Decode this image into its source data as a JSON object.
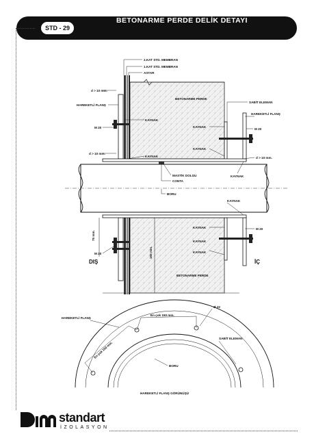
{
  "header": {
    "code": "STD - 29",
    "title": "BETONARME PERDE DELİK DETAYI"
  },
  "section": {
    "labels": {
      "membran2": "2.KAT STD. MEMBRAN",
      "membran1": "1.KAT STD. MEMBRAN",
      "astar": "ASTAR",
      "d_top_left": "d > 10 mm.",
      "flans_left": "HAREKETLİ FLANŞ",
      "m20_left_top": "M 20",
      "kaynak_a": "KAYNAK",
      "kaynak_b": "KAYNAK",
      "d_mid_left": "d > 10 mm.",
      "betonarme_top": "BETONARME PERDE",
      "sabit": "SABİT ELEMAN",
      "flans_right": "HAREKETLİ FLANŞ",
      "m20_right_top": "M 20",
      "kaynak_c": "KAYNAK",
      "kaynak_d": "KAYNAK",
      "d_right": "d > 10 mm.",
      "kaynak_e": "KAYNAK",
      "mastik": "MASTİK DOLGU",
      "conta": "CONTA",
      "boru": "BORU",
      "kaynak_f": "KAYNAK",
      "m20_left_bot": "M 20",
      "kaynak_g": "KAYNAK",
      "kaynak_h": "KAYNAK",
      "m20_right_bot": "M 20",
      "kaynak_i": "KAYNAK",
      "dim75": "75 mm.",
      "dim150": "150 mm.",
      "betonarme_bot": "BETONARME PERDE",
      "dis": "DIŞ",
      "ic": "İÇ"
    }
  },
  "flange_view": {
    "labels": {
      "flans": "HAREKETLİ FLANŞ",
      "spacing_top": "En çok 150 mm.",
      "spacing_left": "En çok 150 mm.",
      "hole": "Ø 22",
      "sabit": "SABİT ELEMAN",
      "boru": "BORU",
      "caption": "HAREKETLİ FLANŞ GÖRÜNÜŞÜ"
    }
  },
  "brand": {
    "name": "standart",
    "sub": "İZOLASYON"
  }
}
